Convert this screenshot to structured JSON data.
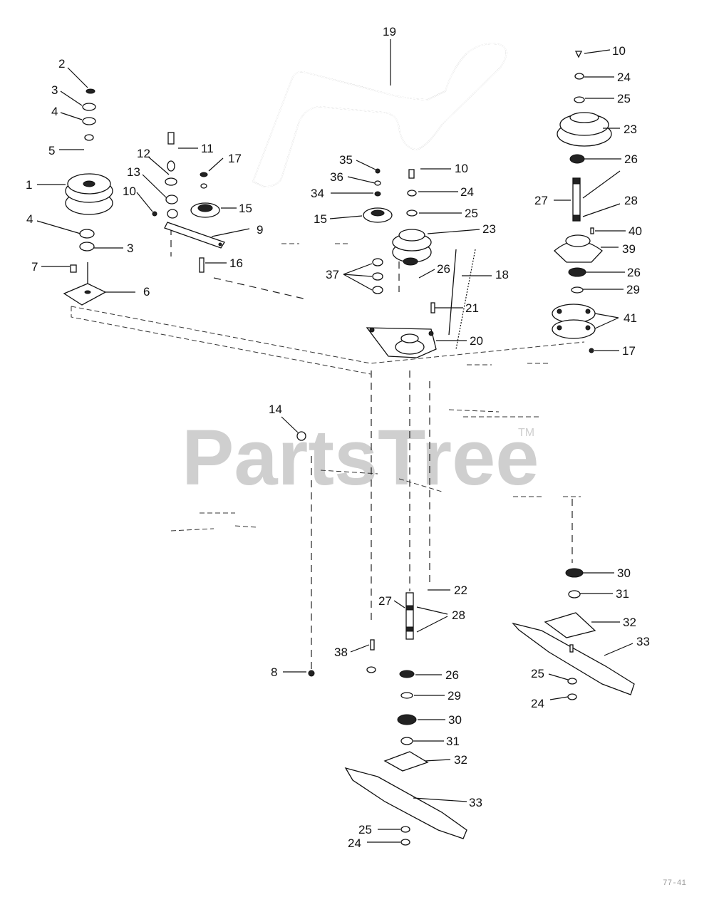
{
  "watermark": {
    "brand": "PartsTree",
    "trademark": "TM"
  },
  "drawing_code": "77-41",
  "callouts": [
    {
      "n": "1"
    },
    {
      "n": "2"
    },
    {
      "n": "3"
    },
    {
      "n": "4"
    },
    {
      "n": "5"
    },
    {
      "n": "4"
    },
    {
      "n": "3"
    },
    {
      "n": "7"
    },
    {
      "n": "6"
    },
    {
      "n": "12"
    },
    {
      "n": "13"
    },
    {
      "n": "10"
    },
    {
      "n": "11"
    },
    {
      "n": "17"
    },
    {
      "n": "15"
    },
    {
      "n": "9"
    },
    {
      "n": "16"
    },
    {
      "n": "19"
    },
    {
      "n": "35"
    },
    {
      "n": "36"
    },
    {
      "n": "34"
    },
    {
      "n": "15"
    },
    {
      "n": "10"
    },
    {
      "n": "24"
    },
    {
      "n": "25"
    },
    {
      "n": "23"
    },
    {
      "n": "37"
    },
    {
      "n": "26"
    },
    {
      "n": "18"
    },
    {
      "n": "21"
    },
    {
      "n": "20"
    },
    {
      "n": "10"
    },
    {
      "n": "24"
    },
    {
      "n": "25"
    },
    {
      "n": "23"
    },
    {
      "n": "26"
    },
    {
      "n": "27"
    },
    {
      "n": "28"
    },
    {
      "n": "40"
    },
    {
      "n": "39"
    },
    {
      "n": "26"
    },
    {
      "n": "29"
    },
    {
      "n": "41"
    },
    {
      "n": "17"
    },
    {
      "n": "14"
    },
    {
      "n": "30"
    },
    {
      "n": "31"
    },
    {
      "n": "32"
    },
    {
      "n": "33"
    },
    {
      "n": "25"
    },
    {
      "n": "24"
    },
    {
      "n": "22"
    },
    {
      "n": "27"
    },
    {
      "n": "28"
    },
    {
      "n": "38"
    },
    {
      "n": "8"
    },
    {
      "n": "26"
    },
    {
      "n": "29"
    },
    {
      "n": "30"
    },
    {
      "n": "31"
    },
    {
      "n": "32"
    },
    {
      "n": "33"
    },
    {
      "n": "25"
    },
    {
      "n": "24"
    }
  ]
}
